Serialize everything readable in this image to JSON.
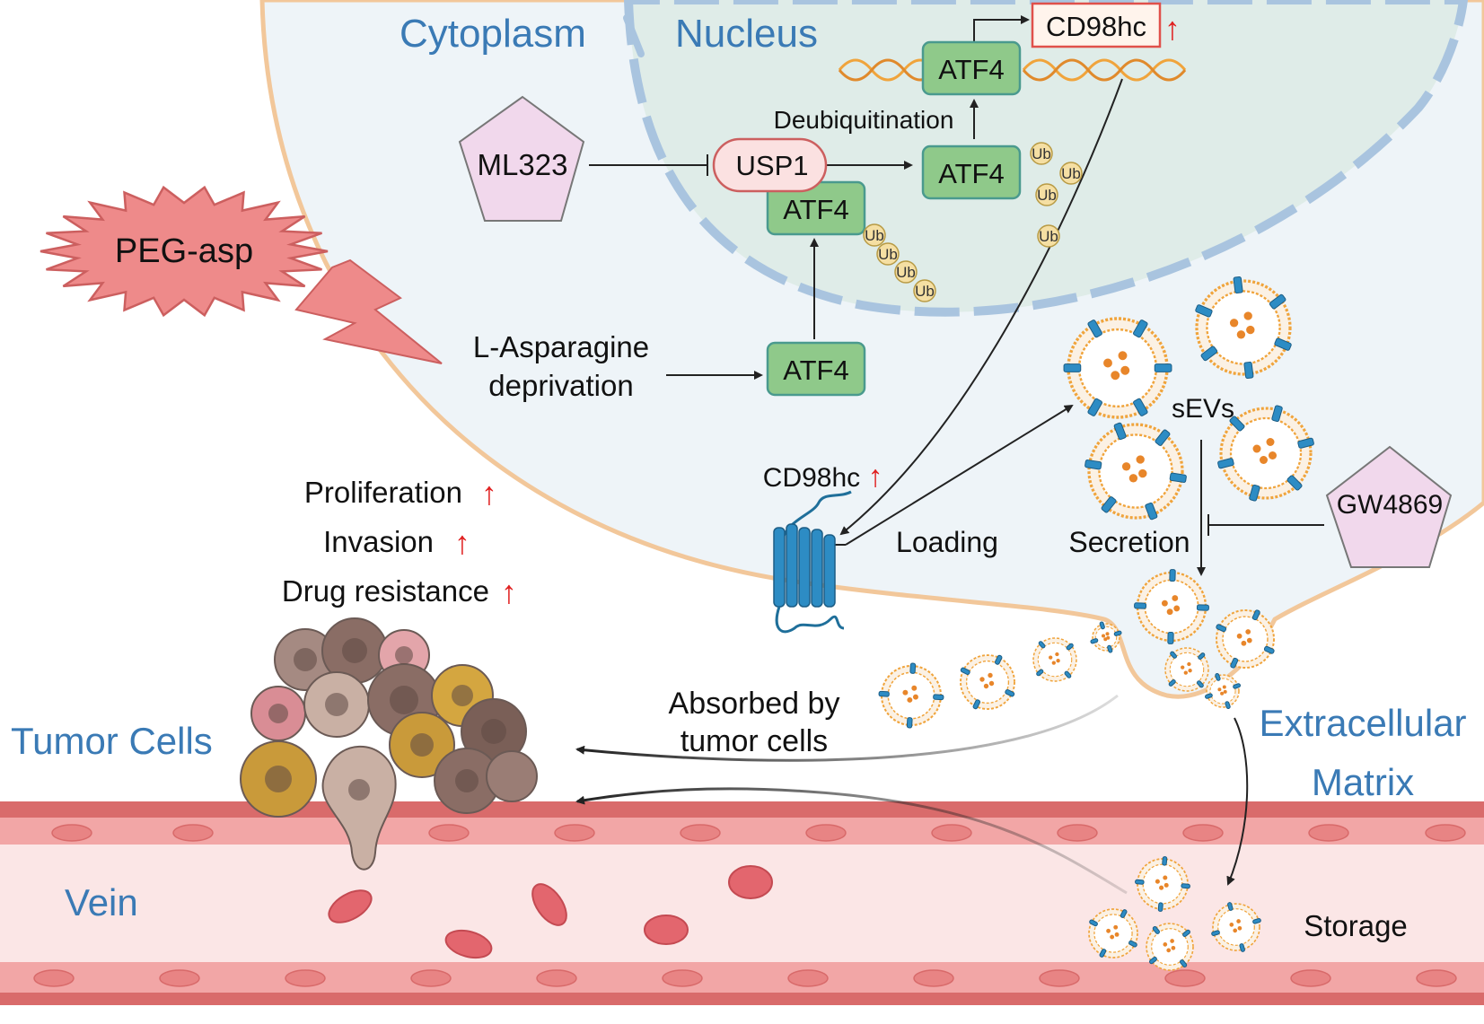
{
  "labels": {
    "cytoplasm": "Cytoplasm",
    "nucleus": "Nucleus",
    "extracellular_1": "Extracellular",
    "extracellular_2": "Matrix",
    "tumor_cells": "Tumor Cells",
    "vein": "Vein"
  },
  "drugs": {
    "peg_asp": "PEG-asp",
    "ml323": "ML323",
    "gw4869": "GW4869"
  },
  "proteins": {
    "atf4": "ATF4",
    "usp1": "USP1",
    "cd98hc": "CD98hc",
    "ub": "Ub"
  },
  "process": {
    "deubiquitination": "Deubiquitination",
    "asparagine_1": "L-Asparagine",
    "asparagine_2": "deprivation",
    "sevs": "sEVs",
    "loading": "Loading",
    "secretion": "Secretion",
    "absorbed_1": "Absorbed by",
    "absorbed_2": "tumor cells",
    "storage": "Storage"
  },
  "effects": {
    "proliferation": "Proliferation",
    "invasion": "Invasion",
    "drug_resistance": "Drug resistance",
    "up_arrow": "↑"
  },
  "colors": {
    "region_label": "#3a7ab5",
    "atf4_fill": "#8fc98a",
    "atf4_stroke": "#4a9a8e",
    "usp1_fill": "#fbe1e1",
    "pentagon_fill": "#f1d8ec",
    "peg_fill": "#ee8a8a",
    "up_arrow": "#e02020",
    "membrane": "#f2c79a",
    "cytoplasm_fill": "#eef4f8",
    "nucleus_fill": "#dfece8",
    "nuclear_envelope": "#a9c4df",
    "vessel": "#d96b6b",
    "ub_fill": "#f5dfa3",
    "receptor": "#2d8cc4",
    "vesicle_ring": "#f0a43c"
  }
}
